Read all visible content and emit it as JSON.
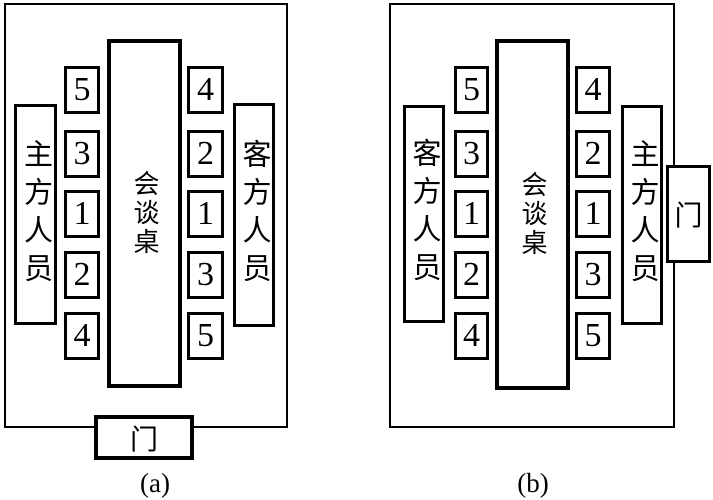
{
  "figure": {
    "background_color": "#ffffff",
    "line_color": "#000000",
    "type": "meeting-room-seating-diagrams"
  },
  "diagrams": [
    {
      "caption": "(a)",
      "door": {
        "label": "门",
        "position": "bottom-wall"
      },
      "table": {
        "label": "会谈桌"
      },
      "left_panel": {
        "label": "主方人员"
      },
      "right_panel": {
        "label": "客方人员"
      },
      "left_seats": [
        "5",
        "3",
        "1",
        "2",
        "4"
      ],
      "right_seats": [
        "4",
        "2",
        "1",
        "3",
        "5"
      ]
    },
    {
      "caption": "(b)",
      "door": {
        "label": "门",
        "position": "right-wall"
      },
      "table": {
        "label": "会谈桌"
      },
      "left_panel": {
        "label": "客方人员"
      },
      "right_panel": {
        "label": "主方人员"
      },
      "left_seats": [
        "5",
        "3",
        "1",
        "2",
        "4"
      ],
      "right_seats": [
        "4",
        "2",
        "1",
        "3",
        "5"
      ]
    }
  ]
}
